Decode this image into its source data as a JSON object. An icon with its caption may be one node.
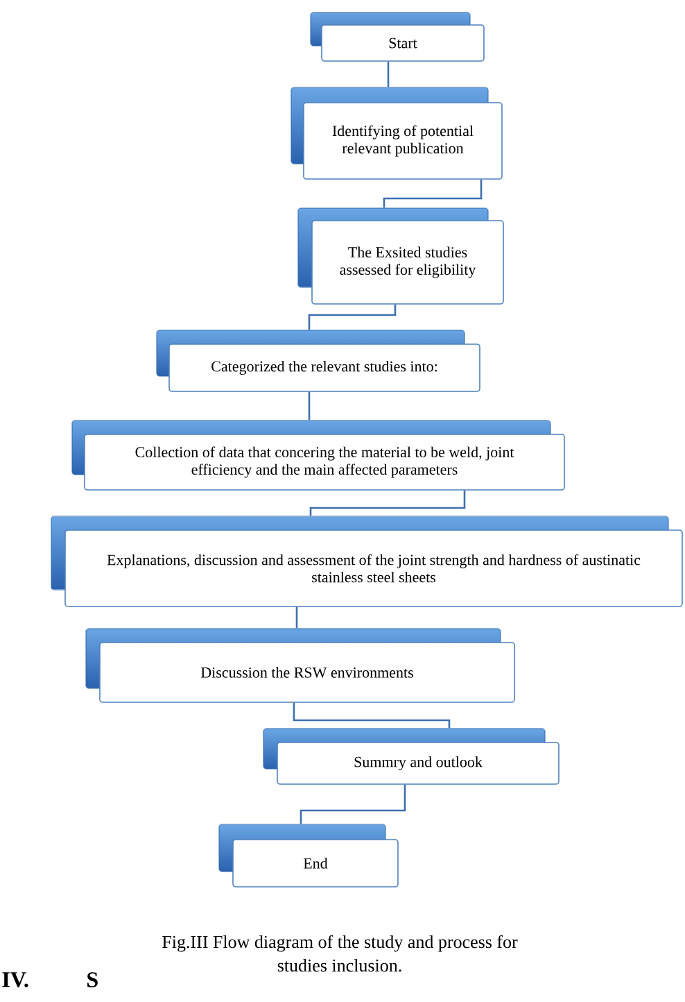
{
  "diagram": {
    "caption": "Fig.III Flow diagram of the study and process for studies inclusion.",
    "nodes": [
      {
        "text": [
          "Start"
        ]
      },
      {
        "text": [
          "Identifying of potential relevant publication"
        ]
      },
      {
        "text": [
          "The Exsited studies assessed for eligibility"
        ]
      },
      {
        "text": [
          "Categorized the relevant studies into:"
        ]
      },
      {
        "text": [
          "Collection of data that concering the material to be weld, joint efficiency and the main affected parameters"
        ]
      },
      {
        "text": [
          "Explanations, discussion and assessment of the joint strength and hardness of austinatic stainless steel sheets"
        ]
      },
      {
        "text": [
          "Discussion the RSW environments"
        ]
      },
      {
        "text": [
          "Summry and outlook"
        ]
      },
      {
        "text": [
          "End"
        ]
      }
    ],
    "edges": [
      {
        "from": 0,
        "to": 1,
        "arrow": "none"
      },
      {
        "from": 1,
        "to": 2,
        "arrow": "none"
      },
      {
        "from": 2,
        "to": 3,
        "arrow": "none"
      },
      {
        "from": 3,
        "to": 4,
        "arrow": "none"
      },
      {
        "from": 4,
        "to": 5,
        "arrow": "none"
      },
      {
        "from": 5,
        "to": 6,
        "arrow": "none"
      },
      {
        "from": 6,
        "to": 7,
        "arrow": "none"
      },
      {
        "from": 7,
        "to": 8,
        "arrow": "none"
      }
    ],
    "labels": [
      "IV.",
      "S"
    ]
  }
}
